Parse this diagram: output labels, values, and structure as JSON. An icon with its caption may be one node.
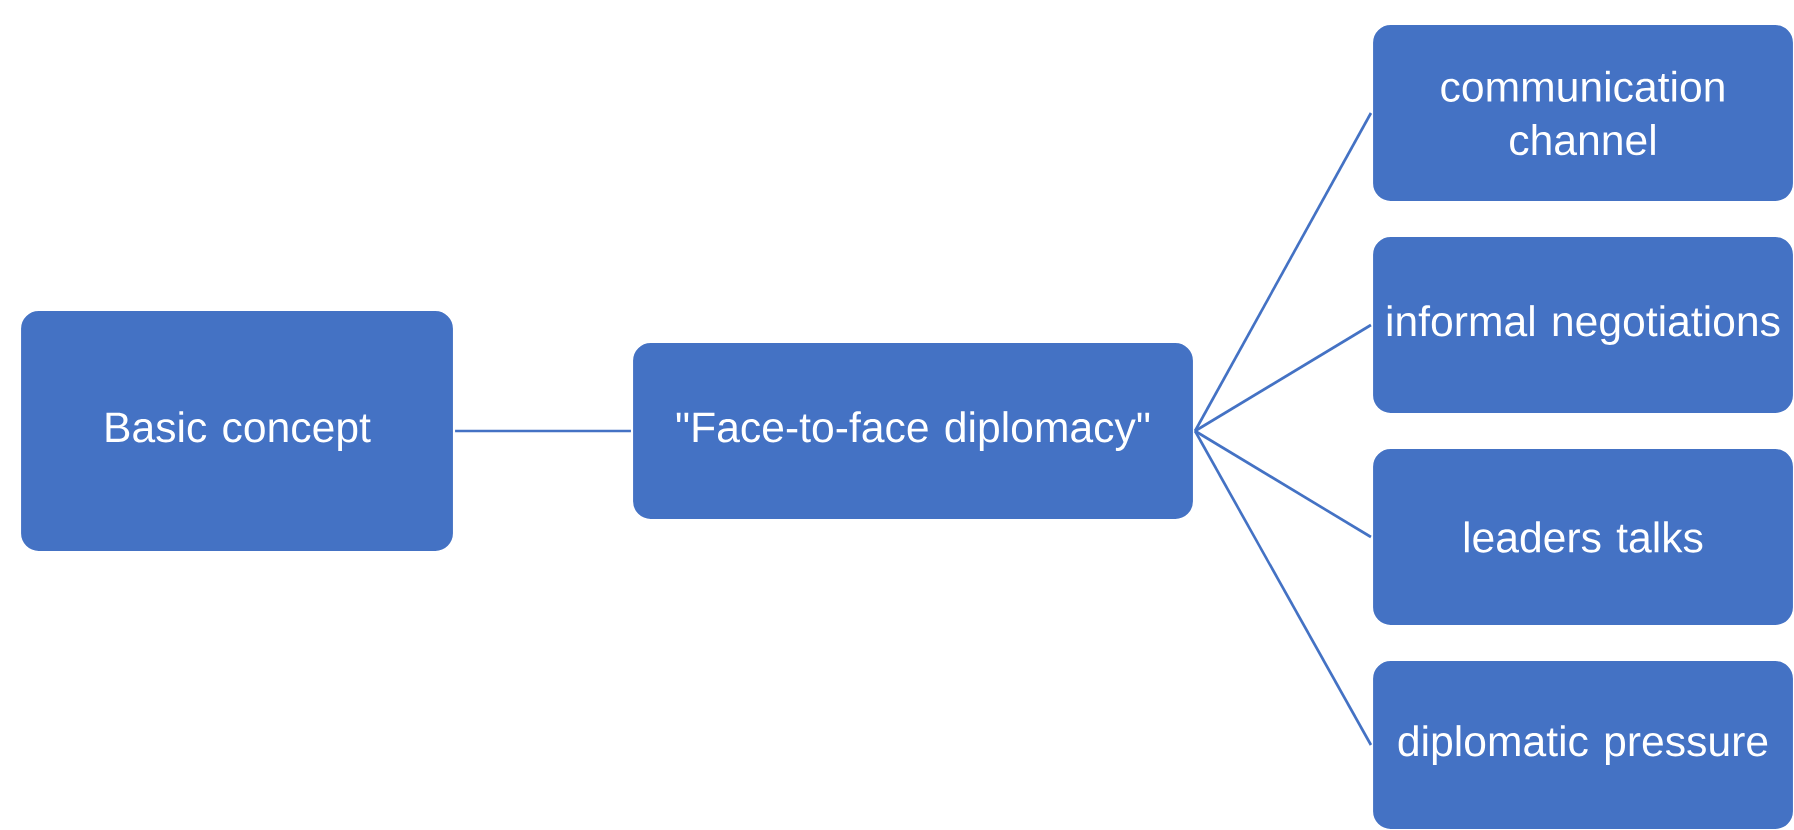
{
  "diagram": {
    "nodes": [
      {
        "text": [
          "Basic concept"
        ]
      },
      {
        "text": [
          "\"Face-to-face diplomacy\""
        ]
      },
      {
        "text": [
          "communication channel"
        ]
      },
      {
        "text": [
          "informal negotiations"
        ]
      },
      {
        "text": [
          "leaders talks"
        ]
      },
      {
        "text": [
          "diplomatic pressure"
        ]
      }
    ],
    "edges": [
      {
        "from": 0,
        "to": 1,
        "arrow": "none"
      },
      {
        "from": 1,
        "to": 2,
        "arrow": "none"
      },
      {
        "from": 1,
        "to": 3,
        "arrow": "none"
      },
      {
        "from": 1,
        "to": 4,
        "arrow": "none"
      },
      {
        "from": 1,
        "to": 5,
        "arrow": "none"
      }
    ]
  }
}
